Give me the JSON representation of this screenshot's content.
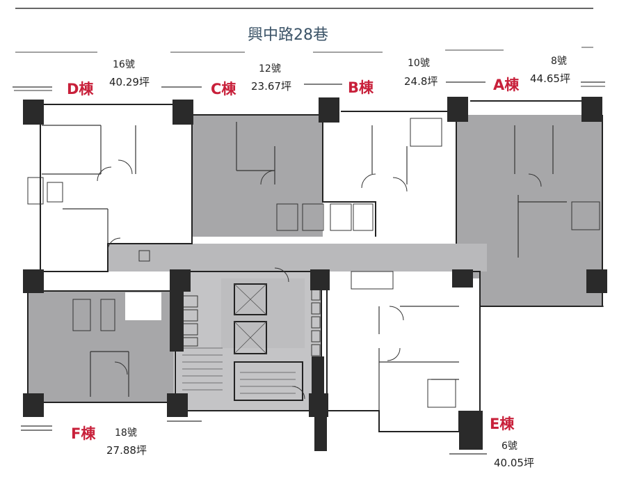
{
  "street_name": "興中路28巷",
  "units": {
    "D": {
      "building": "D棟",
      "number": "16號",
      "area": "40.29坪"
    },
    "C": {
      "building": "C棟",
      "number": "12號",
      "area": "23.67坪"
    },
    "B": {
      "building": "B棟",
      "number": "10號",
      "area": "24.8坪"
    },
    "A": {
      "building": "A棟",
      "number": "8號",
      "area": "44.65坪"
    },
    "F": {
      "building": "F棟",
      "number": "18號",
      "area": "27.88坪"
    },
    "E": {
      "building": "E棟",
      "number": "6號",
      "area": "40.05坪"
    }
  },
  "colors": {
    "label_red": "#c8203a",
    "wall": "#2a2a2a",
    "shaded_unit": "#a7a7a9",
    "corridor": "#b9b9bb"
  }
}
